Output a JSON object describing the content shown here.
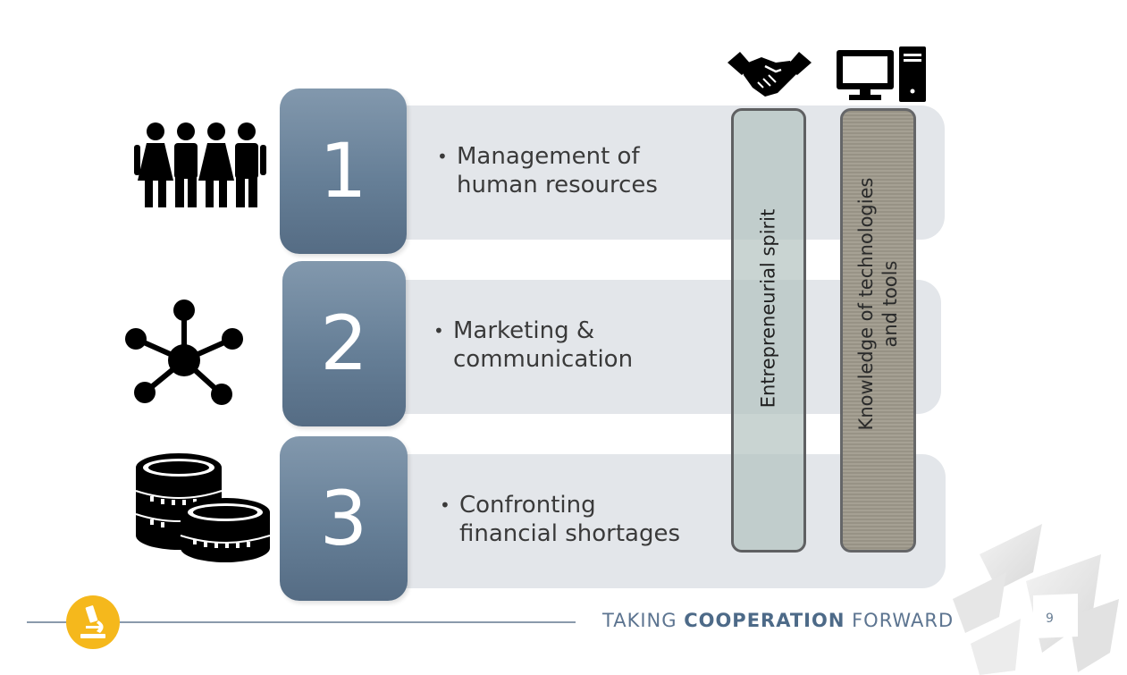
{
  "items": [
    {
      "number": "1",
      "label_line1": "Management of",
      "label_line2": "human resources",
      "icon": "people-group-icon"
    },
    {
      "number": "2",
      "label_line1": "Marketing &",
      "label_line2": "communication",
      "icon": "network-nodes-icon"
    },
    {
      "number": "3",
      "label_line1": "Confronting",
      "label_line2": "financial shortages",
      "icon": "coin-stacks-icon"
    }
  ],
  "pillars": [
    {
      "label_line1": "Entrepreneurial spirit",
      "label_line2": "",
      "icon": "handshake-icon"
    },
    {
      "label_line1": "Knowledge of technologies",
      "label_line2": "and tools",
      "icon": "computer-icon"
    }
  ],
  "bullet": "•",
  "footer": {
    "slogan_prefix": "TAKING ",
    "slogan_bold": "COOPERATION",
    "slogan_suffix": " FORWARD",
    "page_number": "9",
    "badge_icon": "microscope-icon"
  },
  "colors": {
    "band": "#e3e6ea",
    "number_box": "#667f97",
    "pillar_1": "#b4c4c0",
    "pillar_2": "#938e80",
    "badge": "#f5b81c",
    "footer_text": "#5c7490"
  }
}
